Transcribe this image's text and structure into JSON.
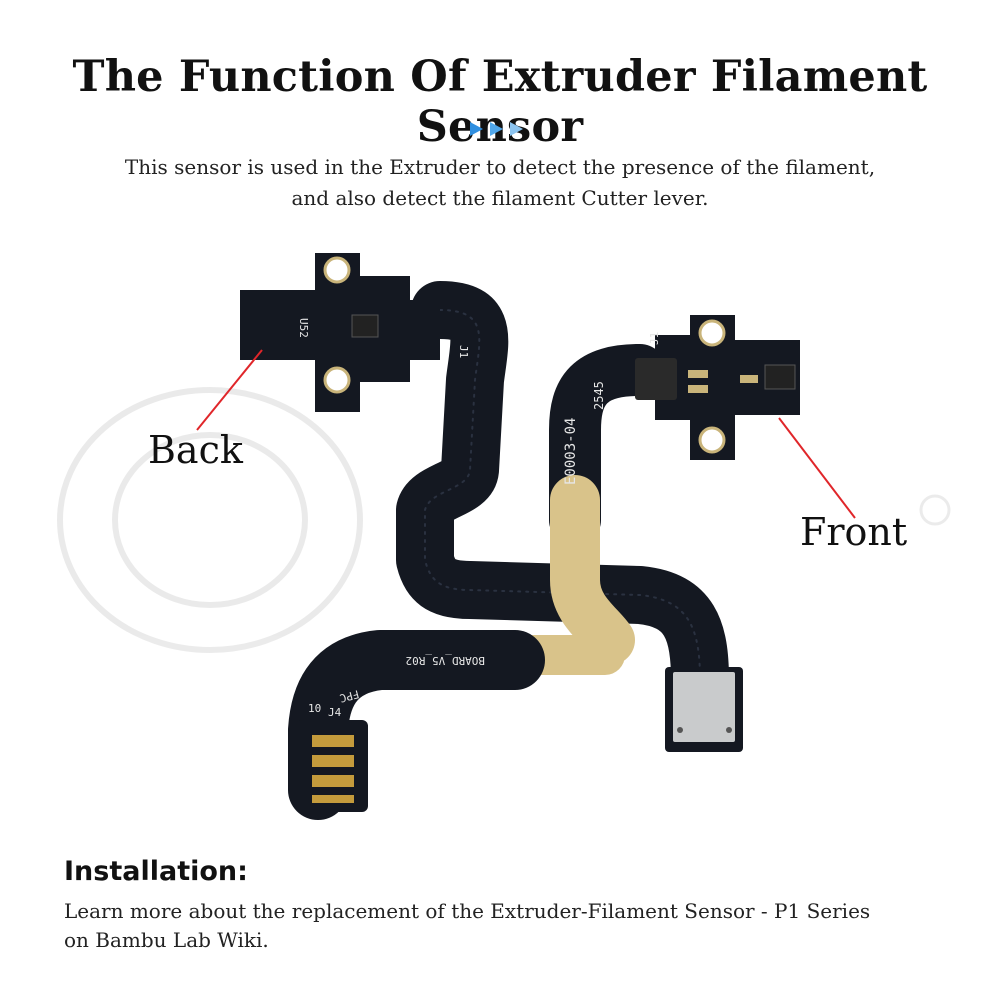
{
  "header": {
    "title": "The Function Of Extruder Filament Sensor",
    "subtitle_line1": "This sensor is used in the Extruder to detect the presence of the filament,",
    "subtitle_line2": "and also detect the filament Cutter lever."
  },
  "labels": {
    "back": "Back",
    "front": "Front"
  },
  "board_silkscreen": {
    "back_board_mark": "U52",
    "back_j1": "J1",
    "front_part": "E0003-04",
    "front_code": "2545",
    "front_j1": "J1",
    "fpc_board": "BOARD_V5_R02",
    "fpc": "FPC",
    "j4": "J4",
    "pin10": "10"
  },
  "installation": {
    "heading": "Installation:",
    "text_line1": "Learn more about the replacement of the Extruder-Filament Sensor - P1 Series",
    "text_line2": "on Bambu Lab Wiki."
  },
  "colors": {
    "pcb": "#141821",
    "stiffener": "#d9c38a",
    "arrow_dark": "#2f8fe0",
    "arrow_light": "#8cc4f0",
    "pointer": "#e0262a"
  }
}
